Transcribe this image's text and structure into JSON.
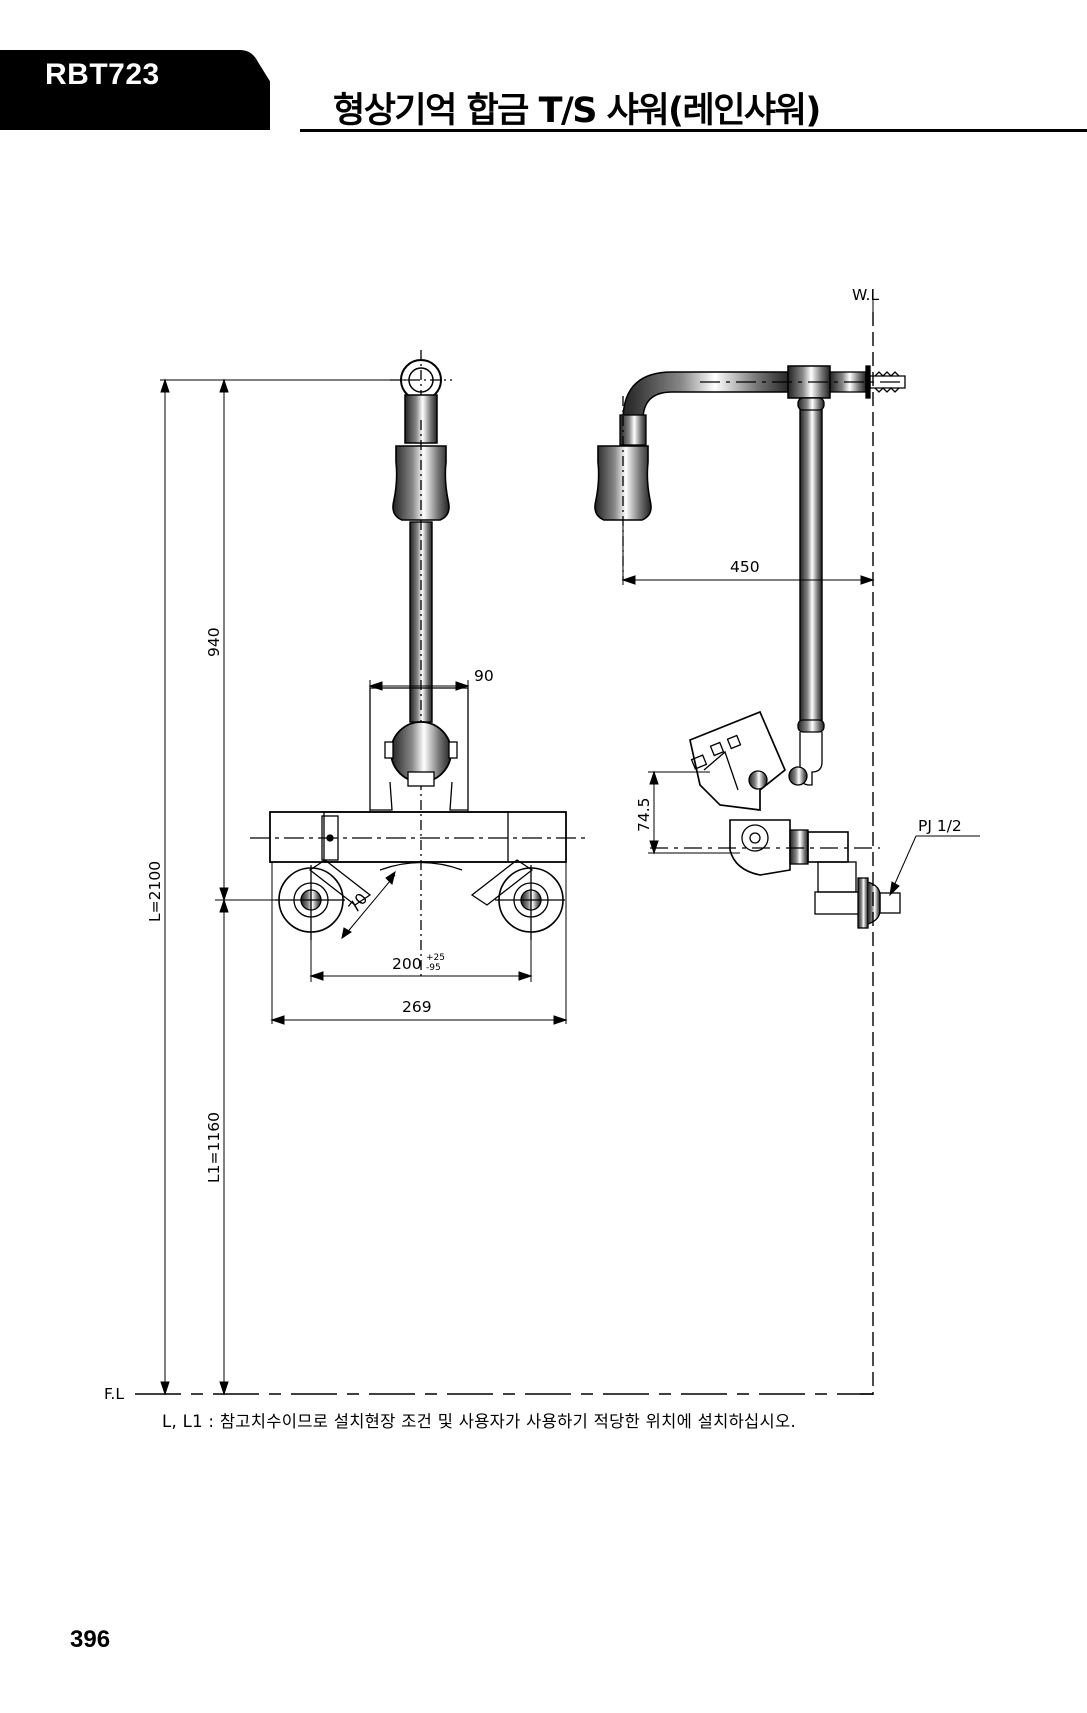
{
  "header": {
    "model_code": "RBT723",
    "title": "형상기억 합금 T/S 샤워(레인샤워)"
  },
  "drawing": {
    "reference_lines": {
      "wall_line": "W.L",
      "floor_line": "F.L"
    },
    "dimensions": {
      "total_height": "L=2100",
      "upper_height": "940",
      "lower_height": "L1=1160",
      "pipe_offset": "90",
      "handle_angle": "70",
      "inlet_spacing": "200",
      "inlet_spacing_tol_upper": "+25",
      "inlet_spacing_tol_lower": "-95",
      "body_width": "269",
      "arm_reach": "450",
      "side_height": "74.5",
      "connection": "PJ 1/2"
    }
  },
  "note": "L, L1 : 참고치수이므로 설치현장 조건 및 사용자가 사용하기 적당한 위치에 설치하십시오.",
  "page_number": "396"
}
